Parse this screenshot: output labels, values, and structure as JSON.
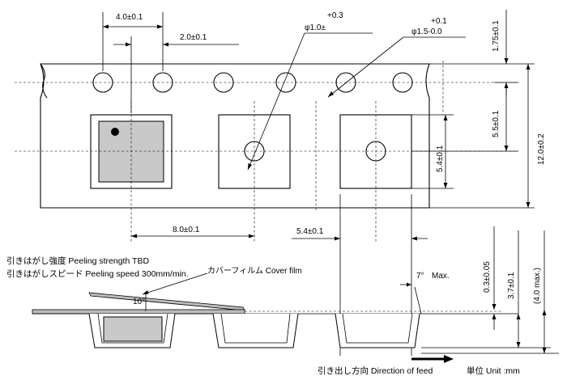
{
  "dims": {
    "pitch_sprocket": "4.0±0.1",
    "hole_to_cavity": "2.0±0.1",
    "hole_dia_sup": "+0.3",
    "hole_dia": "φ1.0±",
    "cavity_hole_sup": "+0.1",
    "cavity_hole_dia": "φ1.5-0.0",
    "edge_to_hole": "1.75±0.1",
    "hole_to_center": "5.5±0.1",
    "tape_width": "12.0±0.2",
    "pocket_size": "5.4±0.1",
    "cavity_pitch": "8.0±0.1",
    "pocket_length": "5.4±0.1",
    "cover_thickness": "0.3±0.05",
    "pocket_depth": "3.7±0.1",
    "max_height": "(4.0 max.)",
    "angle_draft": "7°",
    "angle_draft_max": "Max.",
    "peel_angle": "10°"
  },
  "notes": {
    "peeling_strength": "引きはがし強度 Peeling strength TBD",
    "peeling_speed": "引きはがしスピード Peeling speed 300mm/min.",
    "cover_film": "カバーフィルム Cover film",
    "direction_feed": "引き出し方向 Direction of feed",
    "unit": "単位 Unit :mm"
  }
}
